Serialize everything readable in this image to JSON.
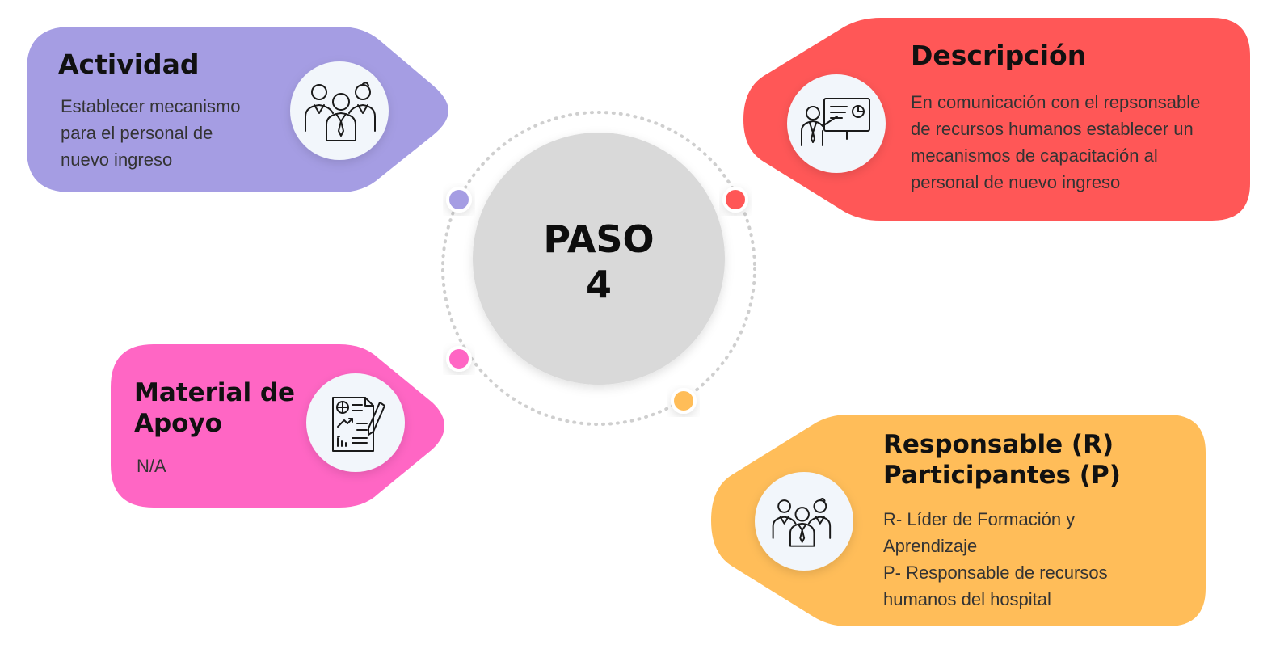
{
  "colors": {
    "actividad": "#a59de3",
    "descripcion": "#ff5757",
    "material": "#ff66c4",
    "responsable": "#ffbd59",
    "center": "#d9d9d9",
    "dots_ring": "#cfcfcf",
    "icon_circle": "#f2f6fb"
  },
  "center": {
    "line1": "PASO",
    "line2": "4"
  },
  "actividad": {
    "title": "Actividad",
    "lines": [
      "Establecer mecanismo",
      "para el personal de",
      "nuevo ingreso"
    ],
    "icon": "team-people-icon"
  },
  "descripcion": {
    "title": "Descripción",
    "lines": [
      "En comunicación con el repsonsable",
      "de recursos humanos establecer un",
      "mecanismos de capacitación al",
      "personal de nuevo ingreso"
    ],
    "icon": "presentation-icon"
  },
  "material": {
    "title_line1": "Material de",
    "title_line2": "Apoyo",
    "text": "N/A",
    "icon": "report-document-icon"
  },
  "responsable": {
    "title_line1": "Responsable (R)",
    "title_line2": "Participantes (P)",
    "lines": [
      "R- Líder  de Formación y",
      "Aprendizaje",
      "P-  Responsable de recursos",
      "humanos del hospital"
    ],
    "icon": "team-people-icon"
  }
}
